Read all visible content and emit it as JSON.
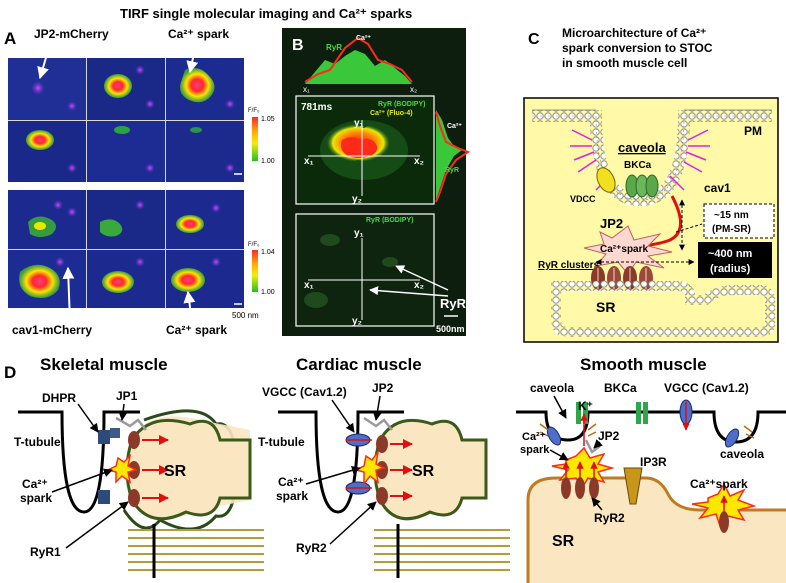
{
  "panel_a": {
    "letter": "A",
    "title": "TIRF single molecular imaging and Ca²⁺ sparks",
    "label_jp2": "JP2-mCherry",
    "label_spark_top": "Ca²⁺ spark",
    "label_cav1": "cav1-mCherry",
    "label_spark_bottom": "Ca²⁺ spark",
    "scale_top_title": "F/F₀",
    "scale_top_max": "1.05",
    "scale_top_min": "1.00",
    "scale_bottom_title": "F/F₀",
    "scale_bottom_max": "1.04",
    "scale_bottom_min": "1.00",
    "scale_bar": "500 nm"
  },
  "panel_b": {
    "letter": "B",
    "time": "781ms",
    "legend_ryr": "RyR (BODIPY)",
    "legend_ca": "Ca²⁺ (Fluo-4)",
    "top_ryr": "RyR",
    "top_ca": "Ca²⁺",
    "side_ca": "Ca²⁺",
    "side_ryr": "RyR",
    "x1": "x₁",
    "x2": "x₂",
    "y1": "y₁",
    "y2": "y₂",
    "bottom_legend": "RyR (BODIPY)",
    "ryr_arrow": "RyR",
    "scale_bar": "500nm"
  },
  "panel_c": {
    "letter": "C",
    "title_line1": "Microarchitecture of Ca²⁺",
    "title_line2": "spark conversion to STOC",
    "title_line3": "in smooth muscle cell",
    "pm": "PM",
    "caveola": "caveola",
    "bkca": "BKCa",
    "vdcc": "VDCC",
    "cav1": "cav1",
    "jp2": "JP2",
    "spark": "Ca²⁺spark",
    "ryr_clusters": "RyR clusters",
    "dist_line1": "~15 nm",
    "dist_line2": "(PM-SR)",
    "radius_line1": "~400 nm",
    "radius_line2": "(radius)",
    "sr": "SR"
  },
  "panel_d": {
    "letter": "D",
    "skeletal": {
      "title": "Skeletal muscle",
      "dhpr": "DHPR",
      "jp1": "JP1",
      "ttubule": "T-tubule",
      "spark_line1": "Ca²⁺",
      "spark_line2": "spark",
      "ryr1": "RyR1",
      "sr": "SR"
    },
    "cardiac": {
      "title": "Cardiac muscle",
      "vgcc": "VGCC (Cav1.2)",
      "jp2": "JP2",
      "ttubule": "T-tubule",
      "spark_line1": "Ca²⁺",
      "spark_line2": "spark",
      "ryr2": "RyR2",
      "sr": "SR"
    },
    "smooth": {
      "title": "Smooth muscle",
      "caveola_left": "caveola",
      "k": "K⁺",
      "bkca": "BKCa",
      "vgcc": "VGCC (Cav1.2)",
      "spark_line1": "Ca²⁺",
      "spark_line2": "spark",
      "jp2": "JP2",
      "ip3r": "IP3R",
      "caveola_right": "caveola",
      "ryr2": "RyR2",
      "sr": "SR",
      "spark_right": "Ca²⁺spark"
    }
  },
  "colors": {
    "pm_yellow": "#fff9a8",
    "sr_fill": "#fbe6c2",
    "ryr_brown": "#8b3a2a",
    "bk_green": "#2aa84a",
    "vgcc_blue": "#4d6fc9",
    "spark_yellow": "#ffe800",
    "spark_red": "#ff2a1a",
    "tirf_bg": "#1a2a8c",
    "dhpr_blue": "#2c4a7a",
    "junction_gray": "#9a9a9a"
  }
}
